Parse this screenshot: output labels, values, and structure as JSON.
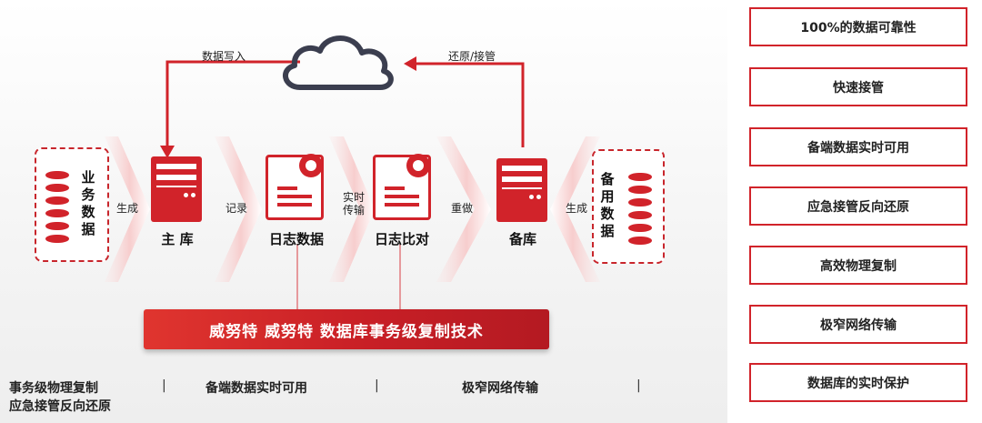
{
  "flow": {
    "top_left_label": "数据写入",
    "top_right_label": "还原/接管",
    "source_label": [
      "业",
      "务",
      "数",
      "据"
    ],
    "standby_source_label": [
      "备",
      "用",
      "数",
      "据"
    ],
    "arrow_generate_left": "生成",
    "arrow_record": "记录",
    "arrow_transfer": [
      "实时",
      "传输"
    ],
    "arrow_redo": "重做",
    "arrow_generate_right": "生成",
    "nodes": {
      "primary": "主  库",
      "log_data": "日志数据",
      "log_compare": "日志比对",
      "standby": "备库"
    },
    "banner": "威努特 威努特 数据库事务级复制技术"
  },
  "features": [
    "100%的数据可靠性",
    "快速接管",
    "备端数据实时可用",
    "应急接管反向还原",
    "高效物理复制",
    "极窄网络传输",
    "数据库的实时保护"
  ],
  "bottom": {
    "col1_line1": "事务级物理复制",
    "col1_line2": "应急接管反向还原",
    "col2": "备端数据实时可用",
    "col3": "极窄网络传输",
    "separator": "|"
  },
  "colors": {
    "accent": "#d1232a",
    "cloud": "#3b3e4f"
  }
}
